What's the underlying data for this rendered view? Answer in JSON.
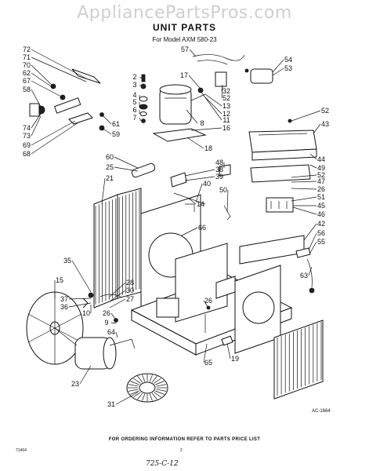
{
  "header": {
    "watermark": "AppliancePartsPros.com",
    "title": "UNIT PARTS",
    "subtitle": "For Model AXM 580-23"
  },
  "callouts": [
    "72",
    "71",
    "70",
    "62",
    "67",
    "58",
    "69",
    "68",
    "73",
    "74",
    "2",
    "3",
    "4",
    "5",
    "6",
    "7",
    "61",
    "59",
    "17",
    "8",
    "57",
    "32",
    "52",
    "13",
    "12",
    "11",
    "16",
    "18",
    "54",
    "53",
    "52",
    "43",
    "60",
    "25",
    "21",
    "48",
    "38",
    "39",
    "40",
    "14",
    "50",
    "66",
    "44",
    "49",
    "52",
    "47",
    "26",
    "51",
    "45",
    "46",
    "42",
    "56",
    "55",
    "63",
    "35",
    "15",
    "28",
    "30",
    "27",
    "37",
    "36",
    "10",
    "26",
    "26",
    "9",
    "64",
    "65",
    "19",
    "23",
    "31"
  ],
  "footer": {
    "drawing_code": "AC-1664",
    "ordering_note": "FOR ORDERING INFORMATION REFER TO PARTS PRICE LIST",
    "doc_number": "71464",
    "page_number": "2",
    "handwritten": "725-C-12"
  }
}
